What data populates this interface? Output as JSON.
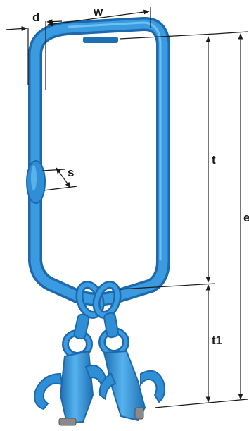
{
  "dimensions": {
    "d": "d",
    "w": "w",
    "s": "s",
    "t": "t",
    "e": "e",
    "t1": "t1"
  },
  "colors": {
    "steel_blue": "#2e8fd6",
    "steel_blue_dark": "#1f6fb3",
    "steel_blue_light": "#6cc0f2",
    "line": "#1a1a1a"
  }
}
